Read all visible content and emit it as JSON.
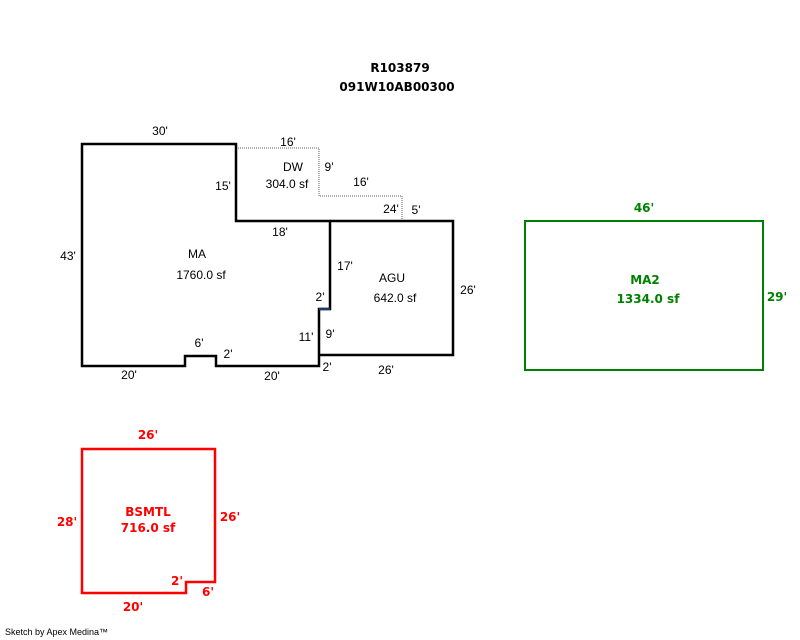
{
  "header": {
    "parcel_id": "R103879",
    "map_taxlot": "091W10AB00300"
  },
  "colors": {
    "main": "#000000",
    "deck": "#b0b0b0",
    "connector": "#1a3a6e",
    "ma2": "#008000",
    "basement": "#ff0000"
  },
  "areas": {
    "ma": {
      "name": "MA",
      "area": "1760.0 sf"
    },
    "dw": {
      "name": "DW",
      "area": "304.0 sf"
    },
    "agu": {
      "name": "AGU",
      "area": "642.0 sf"
    },
    "ma2": {
      "name": "MA2",
      "area": "1334.0 sf"
    },
    "bsmtl": {
      "name": "BSMTL",
      "area": "716.0 sf"
    }
  },
  "dimensions": {
    "ma_top": "30'",
    "ma_left": "43'",
    "ma_inner_vertical": "15'",
    "ma_inner_horizontal": "18'",
    "ma_bottom_left": "20'",
    "ma_notch_top": "6'",
    "ma_notch_side": "2'",
    "ma_bottom_right": "20'",
    "ma_right_lower": "11'",
    "ma_step": "2'",
    "dw_top": "16'",
    "dw_right_upper": "9'",
    "dw_middle": "16'",
    "dw_bottom": "24'",
    "dw_right_lower": "5'",
    "agu_left_upper": "17'",
    "agu_left_lower": "9'",
    "agu_step_bottom": "2'",
    "agu_right": "26'",
    "agu_bottom": "26'",
    "ma2_top": "46'",
    "ma2_right": "29'",
    "bsmtl_top": "26'",
    "bsmtl_left": "28'",
    "bsmtl_right": "26'",
    "bsmtl_notch_side": "2'",
    "bsmtl_notch_bottom": "6'",
    "bsmtl_bottom": "20'"
  },
  "footer": {
    "credit": "Sketch by Apex Medina™"
  }
}
